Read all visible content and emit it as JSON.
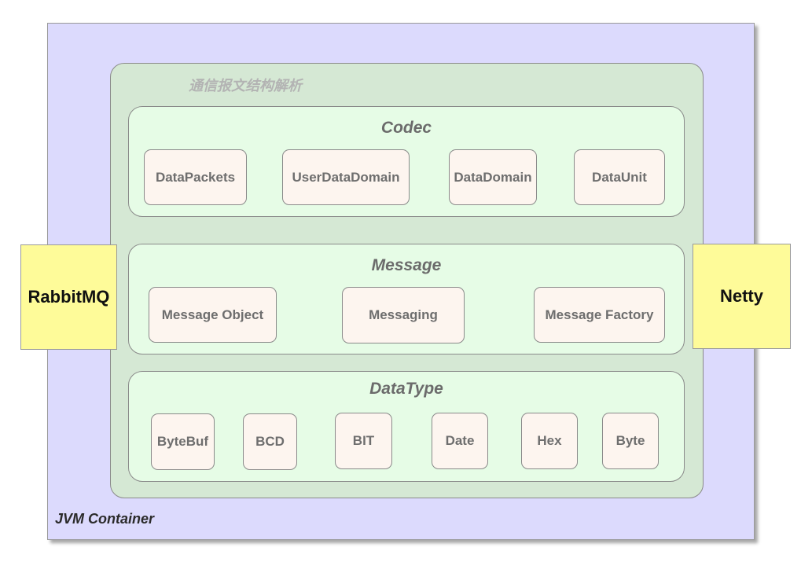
{
  "container": {
    "label": "JVM Container",
    "parser_label": "通信报文结构解析"
  },
  "side": {
    "left": "RabbitMQ",
    "right": "Netty"
  },
  "groups": [
    {
      "title": "Codec",
      "items": [
        "DataPackets",
        "UserDataDomain",
        "DataDomain",
        "DataUnit"
      ]
    },
    {
      "title": "Message",
      "items": [
        "Message Object",
        "Messaging",
        "Message Factory"
      ]
    },
    {
      "title": "DataType",
      "items": [
        "ByteBuf",
        "BCD",
        "BIT",
        "Date",
        "Hex",
        "Byte"
      ]
    }
  ],
  "colors": {
    "jvm_fill": "#dcdafd",
    "parser_fill": "#d5e8d4",
    "group_fill": "#e6fce6",
    "item_fill": "#fdf5ef",
    "side_fill": "#fefb99"
  }
}
